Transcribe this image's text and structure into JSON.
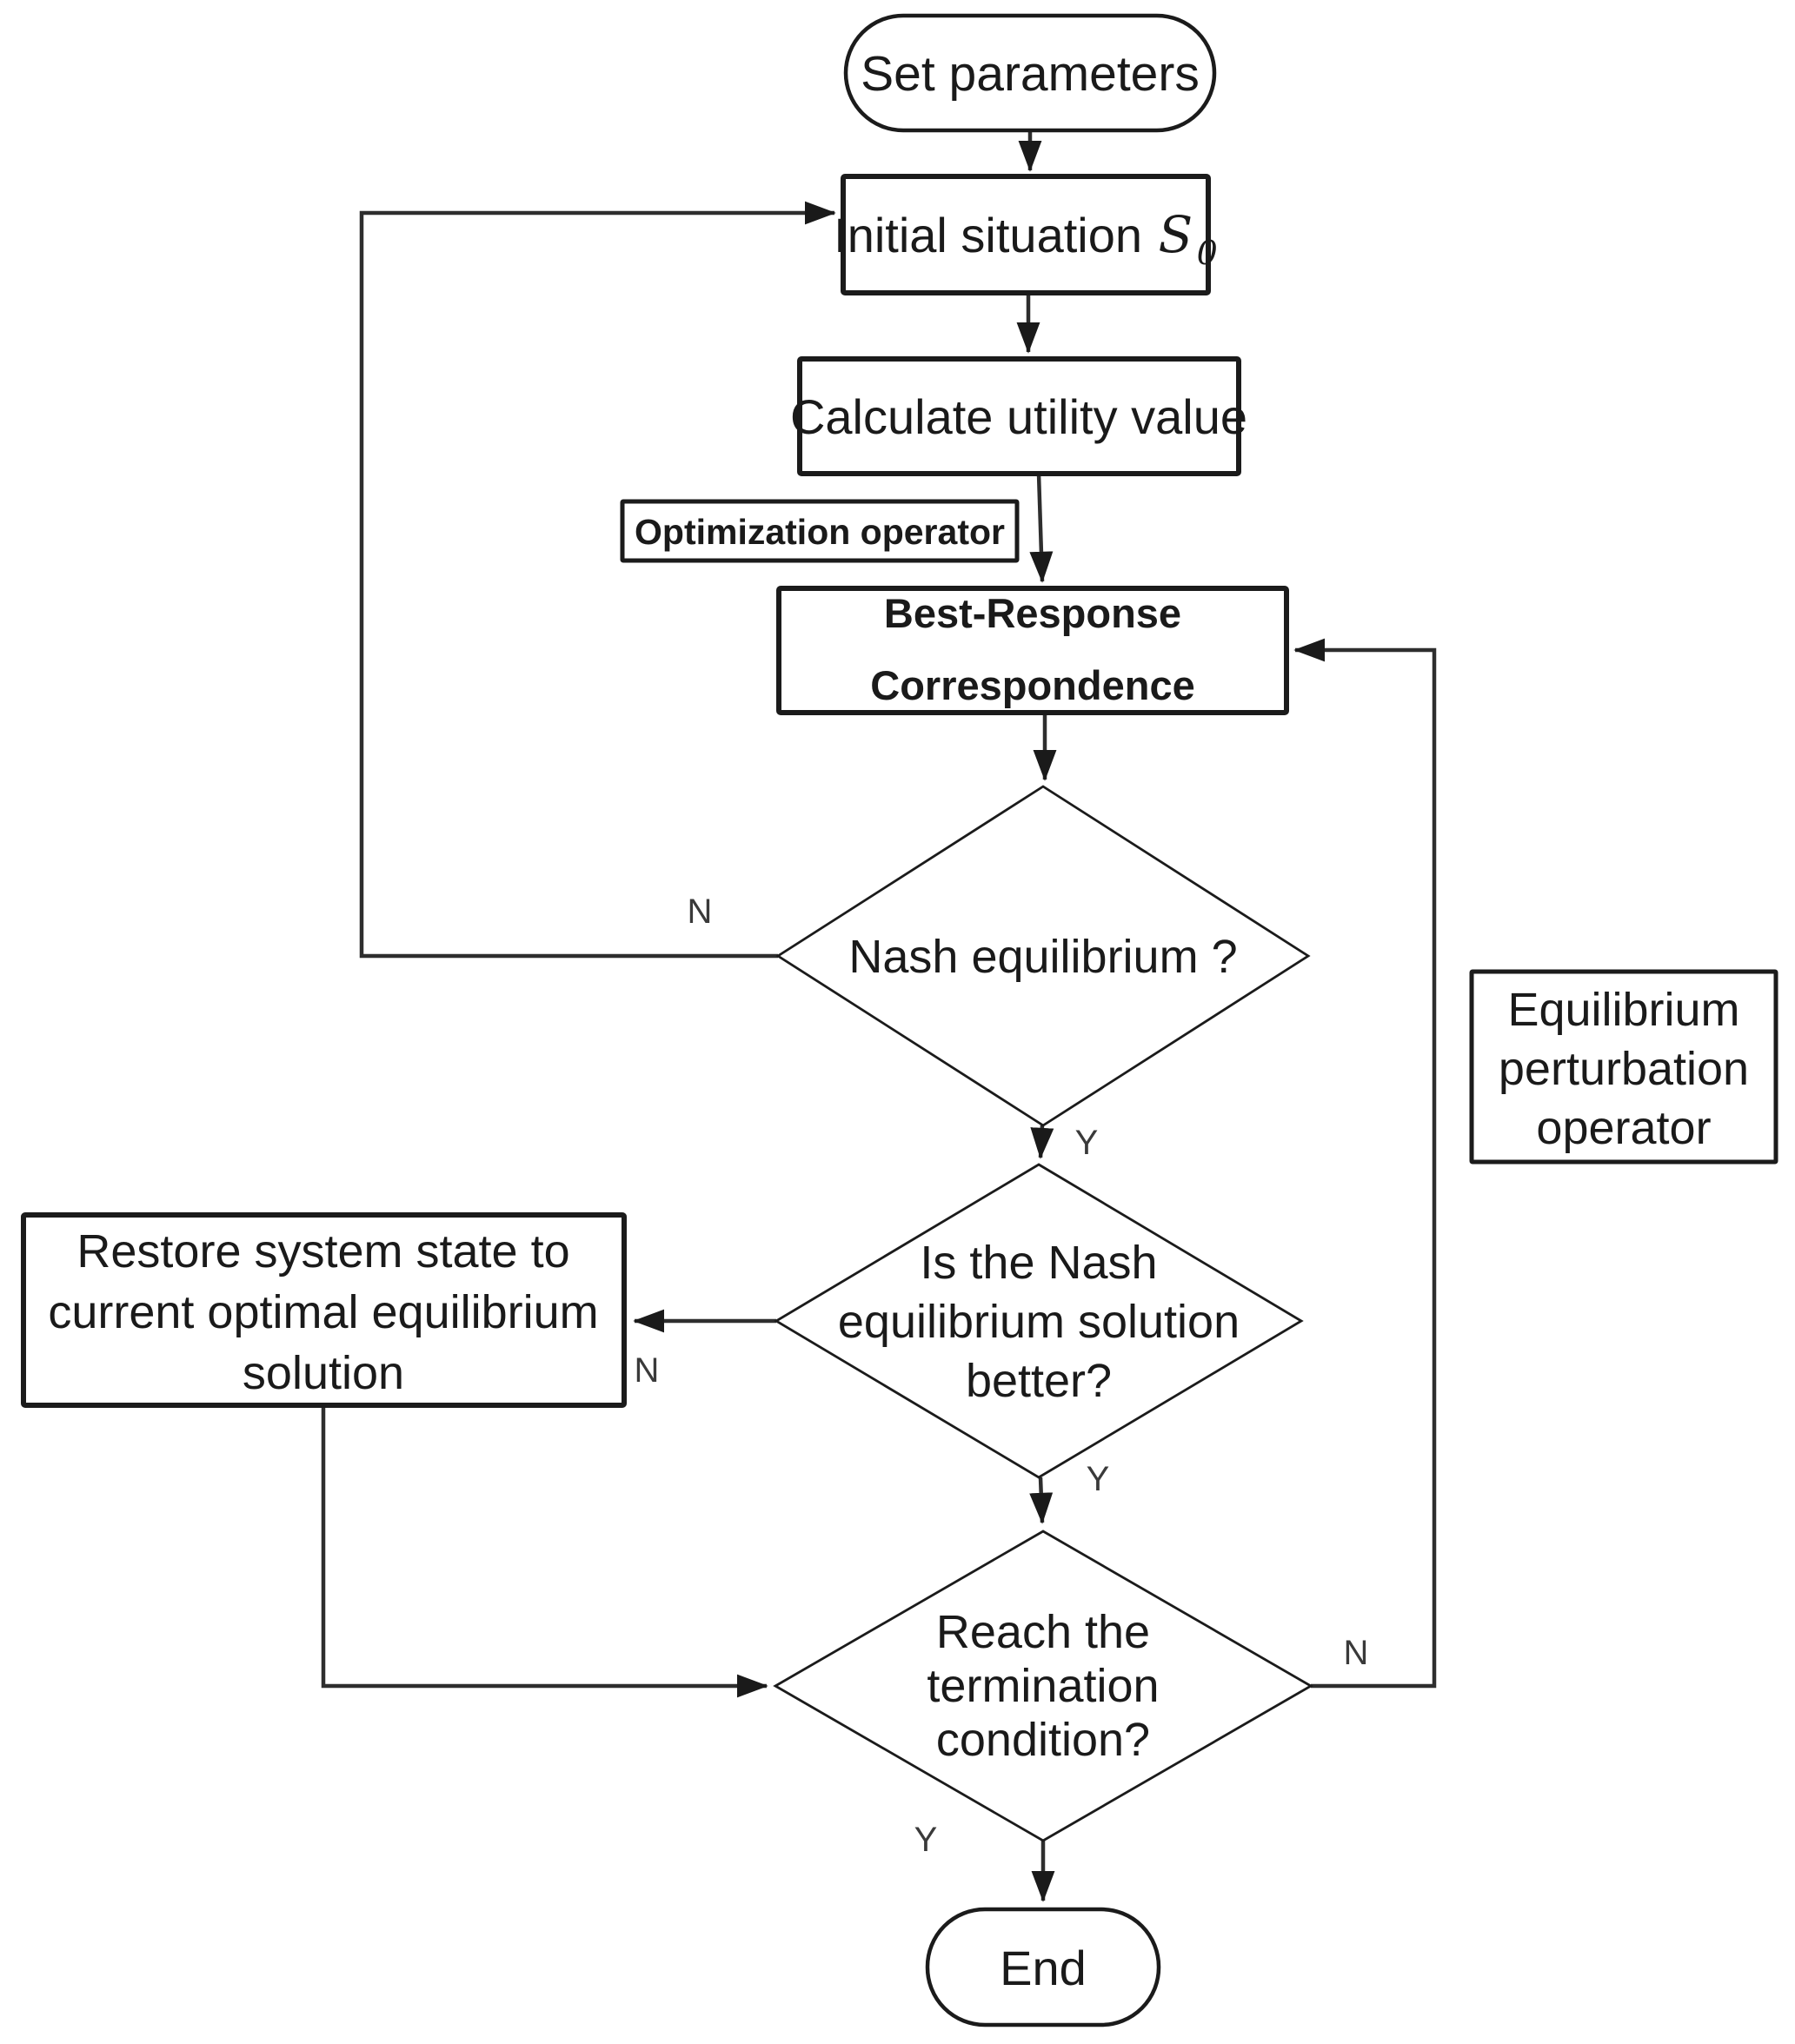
{
  "diagram": {
    "type": "flowchart",
    "background": "#ffffff",
    "stroke_color": "#1b1b1b",
    "nodes": {
      "start": {
        "shape": "stadium",
        "label": "Set parameters"
      },
      "initial_situation": {
        "shape": "rect",
        "label": "Initial situation",
        "math_symbol": "S",
        "math_subscript": "0"
      },
      "calculate_utility": {
        "shape": "rect",
        "label": "Calculate utility value"
      },
      "optimization_operator": {
        "shape": "label-rect",
        "label": "Optimization operator"
      },
      "best_response": {
        "shape": "rect",
        "line1": "Best-Response",
        "line2": "Correspondence"
      },
      "nash_equilibrium": {
        "shape": "diamond",
        "label": "Nash equilibrium ?"
      },
      "solution_better": {
        "shape": "diamond",
        "line1": "Is the Nash",
        "line2": "equilibrium solution",
        "line3": "better?"
      },
      "restore_state": {
        "shape": "rect",
        "line1": "Restore system state to",
        "line2": "current optimal equilibrium",
        "line3": "solution"
      },
      "termination": {
        "shape": "diamond",
        "line1": "Reach the",
        "line2": "termination",
        "line3": "condition?"
      },
      "equilibrium_perturbation": {
        "shape": "label-rect",
        "line1": "Equilibrium",
        "line2": "perturbation",
        "line3": "operator"
      },
      "end": {
        "shape": "stadium",
        "label": "End"
      }
    },
    "edge_labels": {
      "nash_no": "N",
      "nash_yes": "Y",
      "better_no": "N",
      "better_yes": "Y",
      "termination_no": "N",
      "termination_yes": "Y"
    }
  }
}
